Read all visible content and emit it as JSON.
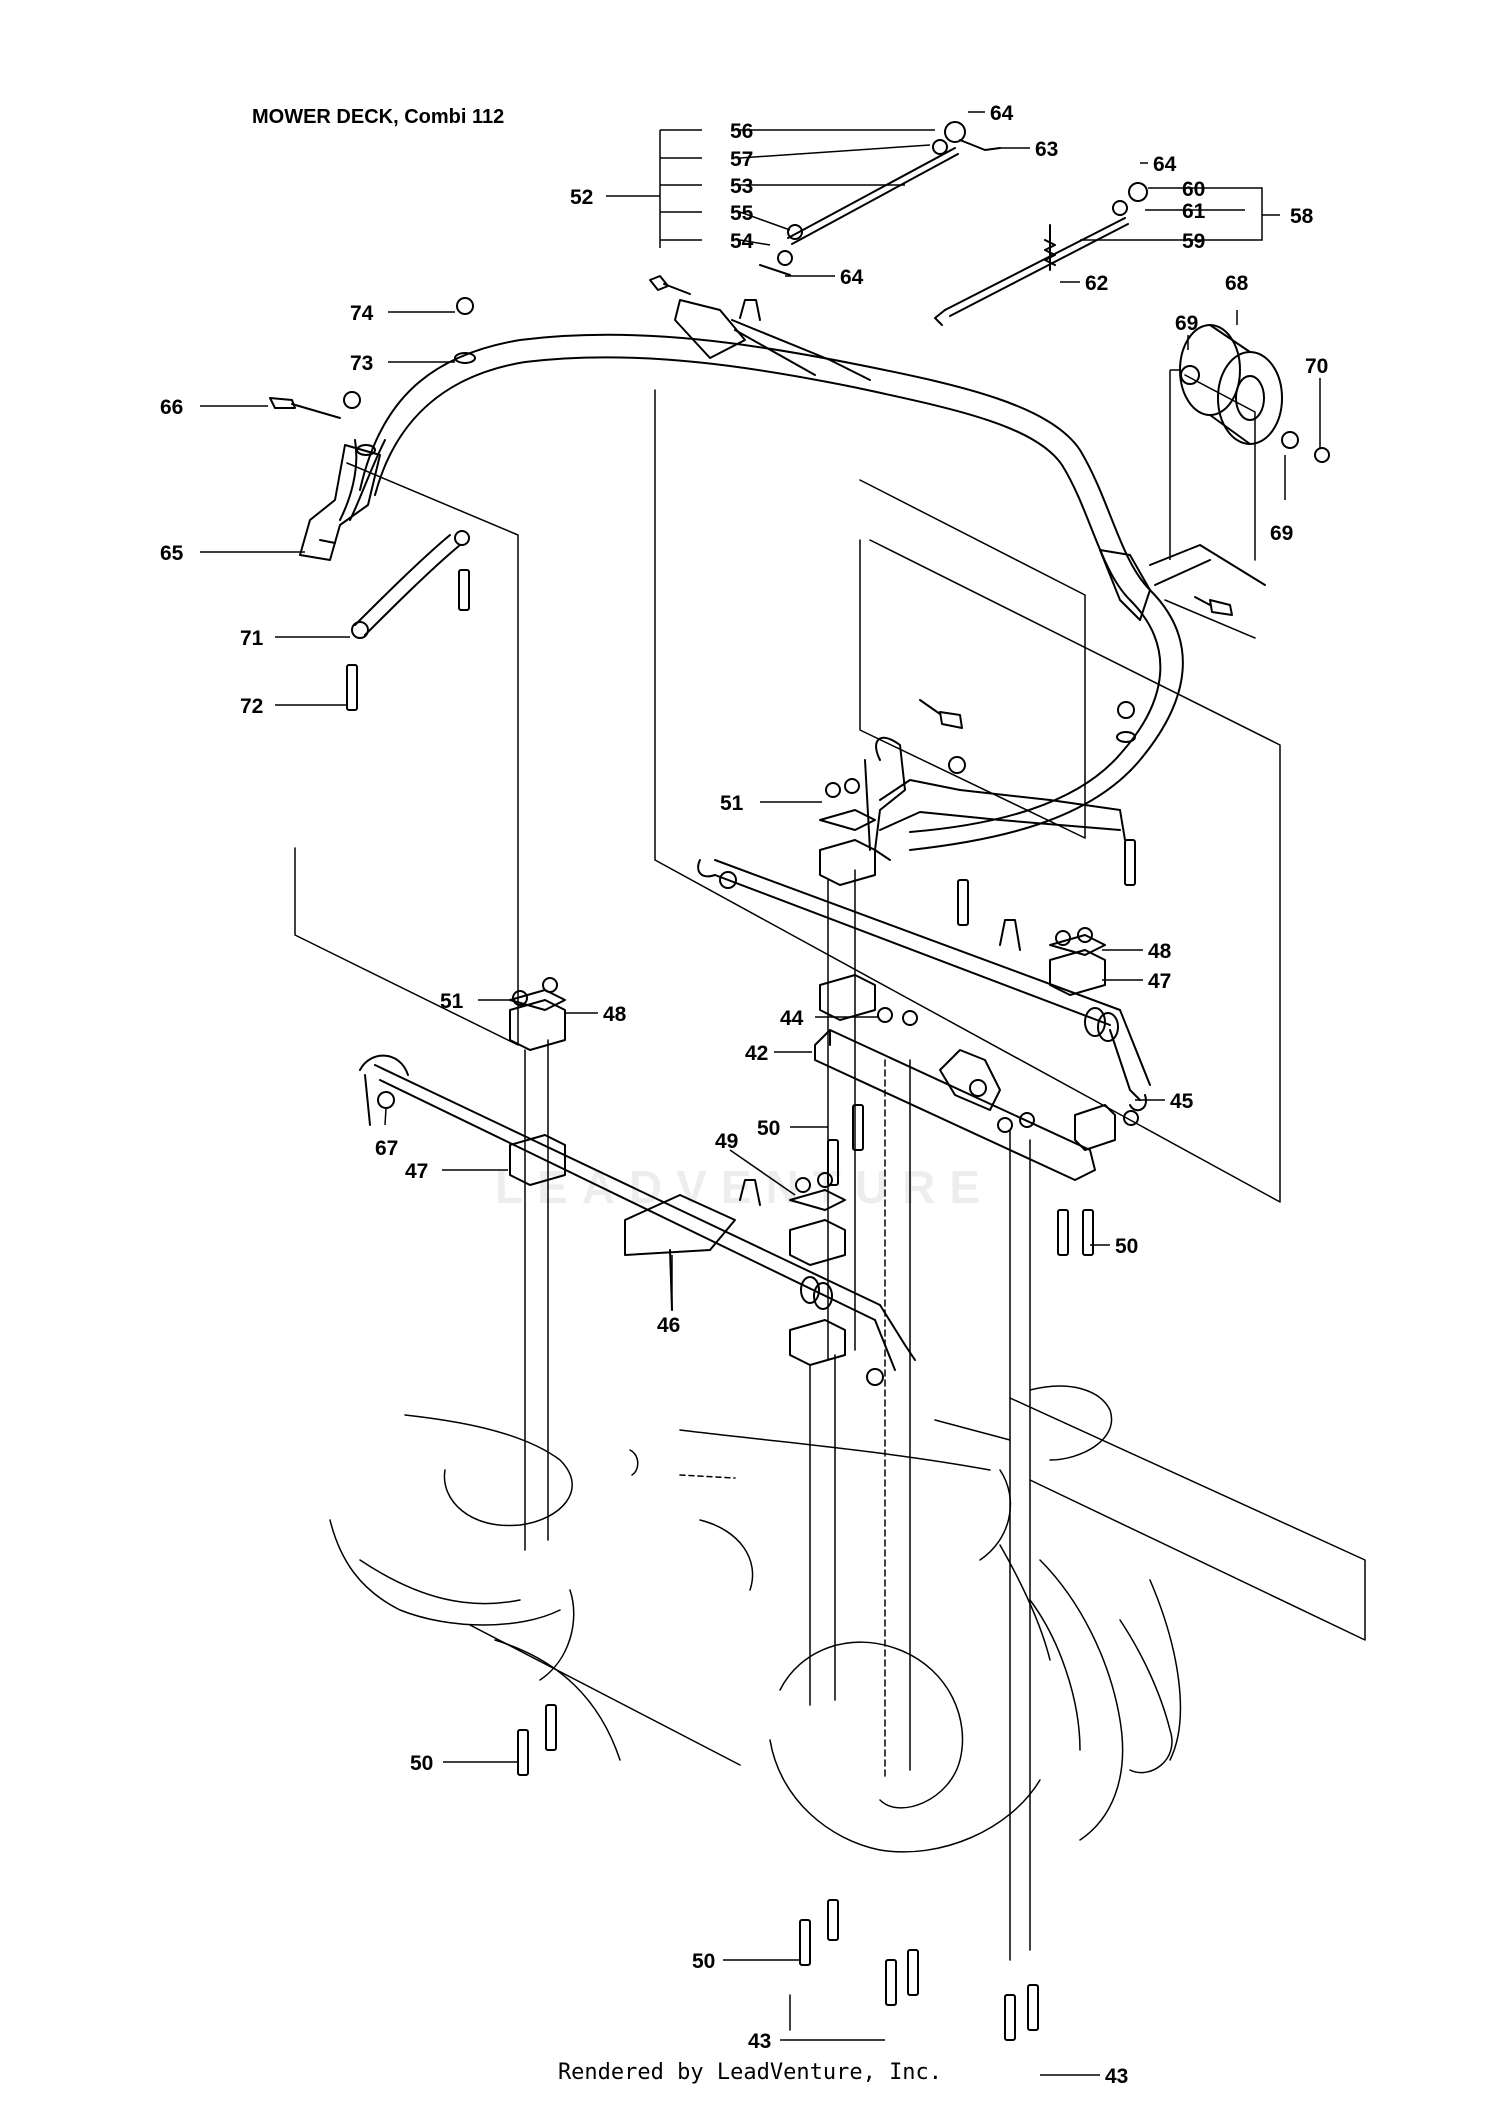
{
  "title": "MOWER DECK, Combi 112",
  "footer": "Rendered by LeadVenture, Inc.",
  "watermark": "LEADVENTURE",
  "callouts": {
    "c42": "42",
    "c43a": "43",
    "c43b": "43",
    "c44": "44",
    "c45": "45",
    "c46": "46",
    "c47a": "47",
    "c47b": "47",
    "c48a": "48",
    "c48b": "48",
    "c49": "49",
    "c50a": "50",
    "c50b": "50",
    "c50c": "50",
    "c50d": "50",
    "c51a": "51",
    "c51b": "51",
    "c52": "52",
    "c53": "53",
    "c54": "54",
    "c55": "55",
    "c56": "56",
    "c57": "57",
    "c58": "58",
    "c59": "59",
    "c60": "60",
    "c61": "61",
    "c62": "62",
    "c63": "63",
    "c64a": "64",
    "c64b": "64",
    "c64c": "64",
    "c65": "65",
    "c66": "66",
    "c67": "67",
    "c68": "68",
    "c69a": "69",
    "c69b": "69",
    "c70": "70",
    "c71": "71",
    "c72": "72",
    "c73": "73",
    "c74": "74"
  }
}
